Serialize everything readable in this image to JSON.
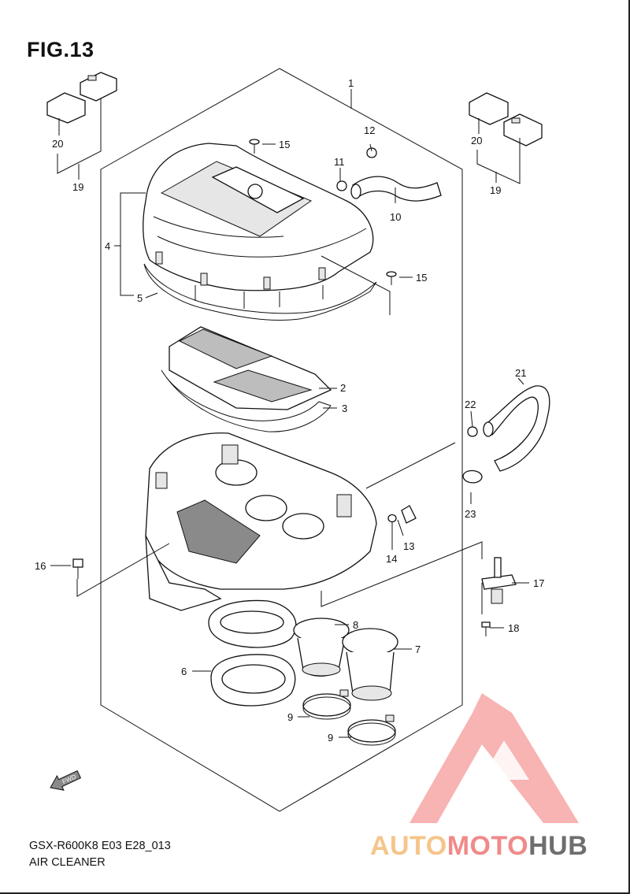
{
  "figure": {
    "title": "FIG.13",
    "model_code": "GSX-R600K8 E03 E28_013",
    "section_name": "AIR CLEANER"
  },
  "fwd_label": "FWD",
  "watermark": {
    "part1": "AUTO",
    "part2": "MOTO",
    "part3": "HUB",
    "color_auto": "#f5c58a",
    "color_moto": "#f08a8a",
    "color_hub": "#6e6e6e",
    "triangle_color": "#f7a6a6"
  },
  "callouts": [
    {
      "id": "c1",
      "label": "1"
    },
    {
      "id": "c2",
      "label": "2"
    },
    {
      "id": "c3",
      "label": "3"
    },
    {
      "id": "c4",
      "label": "4"
    },
    {
      "id": "c5",
      "label": "5"
    },
    {
      "id": "c6",
      "label": "6"
    },
    {
      "id": "c7",
      "label": "7"
    },
    {
      "id": "c8",
      "label": "8"
    },
    {
      "id": "c9a",
      "label": "9"
    },
    {
      "id": "c9b",
      "label": "9"
    },
    {
      "id": "c10",
      "label": "10"
    },
    {
      "id": "c11",
      "label": "11"
    },
    {
      "id": "c12",
      "label": "12"
    },
    {
      "id": "c13",
      "label": "13"
    },
    {
      "id": "c14",
      "label": "14"
    },
    {
      "id": "c15a",
      "label": "15"
    },
    {
      "id": "c15b",
      "label": "15"
    },
    {
      "id": "c16",
      "label": "16"
    },
    {
      "id": "c17",
      "label": "17"
    },
    {
      "id": "c18",
      "label": "18"
    },
    {
      "id": "c19a",
      "label": "19"
    },
    {
      "id": "c19b",
      "label": "19"
    },
    {
      "id": "c20a",
      "label": "20"
    },
    {
      "id": "c20b",
      "label": "20"
    },
    {
      "id": "c21",
      "label": "21"
    },
    {
      "id": "c22",
      "label": "22"
    },
    {
      "id": "c23",
      "label": "23"
    }
  ]
}
